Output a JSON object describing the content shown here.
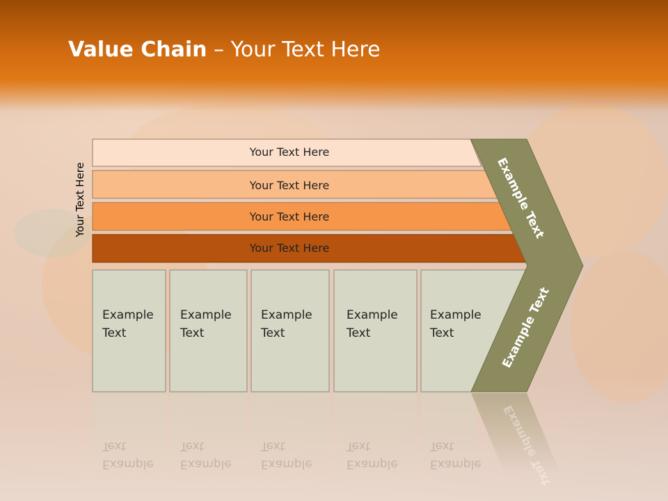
{
  "title": {
    "bold": "Value Chain",
    "rest": " – Your Text Here"
  },
  "side_label": "Your Text Here",
  "bars": [
    {
      "label": "Your Text Here",
      "color": "#fde0cc"
    },
    {
      "label": "Your Text Here",
      "color": "#f9bc89"
    },
    {
      "label": "Your Text Here",
      "color": "#f6964a"
    },
    {
      "label": "Your Text Here",
      "color": "#b6540f"
    }
  ],
  "cells": [
    {
      "line1": "Example",
      "line2": "Text"
    },
    {
      "line1": "Example",
      "line2": "Text"
    },
    {
      "line1": "Example",
      "line2": "Text"
    },
    {
      "line1": "Example",
      "line2": "Text"
    },
    {
      "line1": "Example",
      "line2": "Text"
    }
  ],
  "chevron": {
    "upper": "Example Text",
    "lower": "Example Text",
    "color": "#8b8b5e"
  },
  "colors": {
    "header": "#cf6a10",
    "cell_fill": "#d6d7c4"
  }
}
